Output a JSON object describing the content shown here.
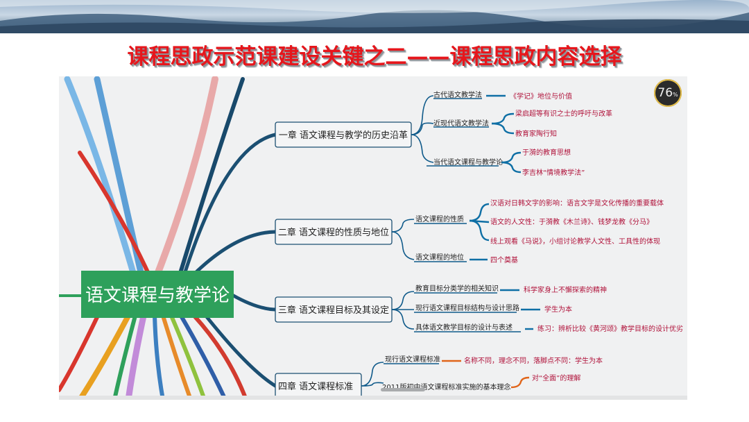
{
  "slide": {
    "title": "课程思政示范课建设关键之二——课程思政内容选择"
  },
  "mindmap": {
    "zoom_level": "76",
    "zoom_unit": "%",
    "root": "语文课程与教学论",
    "chapters": [
      {
        "label": "一章 语文课程与教学的历史沿革",
        "topics": [
          {
            "label": "古代语文教学法",
            "details": [
              "《学记》地位与价值"
            ]
          },
          {
            "label": "近现代语文教学法",
            "details": [
              "梁启超等有识之士的呼吁与改革",
              "教育家陶行知"
            ]
          },
          {
            "label": "当代语文课程与教学论",
            "details": [
              "于漪的教育思想",
              "李吉林“情境教学法”"
            ]
          }
        ]
      },
      {
        "label": "二章 语文课程的性质与地位",
        "topics": [
          {
            "label": "语文课程的性质",
            "details": [
              "汉语对日韩文字的影响：语言文字是文化传播的重要载体",
              "语文的人文性：于漪教《木兰诗》、钱梦龙教《分马》",
              "线上观看《马说》，小组讨论教学人文性、工具性的体现"
            ]
          },
          {
            "label": "语文课程的地位",
            "details": [
              "四个奠基"
            ]
          }
        ]
      },
      {
        "label": "三章 语文课程目标及其设定",
        "topics": [
          {
            "label": "教育目标分类学的相关知识",
            "details": [
              "科学家身上不懈探索的精神"
            ]
          },
          {
            "label": "现行语文课程目标结构与设计思路",
            "details": [
              "学生为本"
            ]
          },
          {
            "label": "具体语文教学目标的设计与表述",
            "details": [
              "练习：辨析比较《黄河颂》教学目标的设计优劣"
            ]
          }
        ]
      },
      {
        "label": "四章 语文课程标准",
        "topics": [
          {
            "label": "现行语文课程标准",
            "details": [
              "名称不同，理念不同，落脚点不同：学生为本"
            ]
          },
          {
            "label": "2011版初中语文课程标准实施的基本理念",
            "details": [
              "对“全面”的理解"
            ]
          }
        ]
      }
    ]
  },
  "colors": {
    "title_red": "#e6161c",
    "root_green": "#2ea05b",
    "chapter_line": "#1b4f72",
    "topic_line": "#0f5a8a",
    "detail_line_1": "#0e6fa5",
    "detail_line_2": "#f08a1c",
    "detail_line_4": "#e0651a",
    "detail_text": "#b0123a"
  }
}
